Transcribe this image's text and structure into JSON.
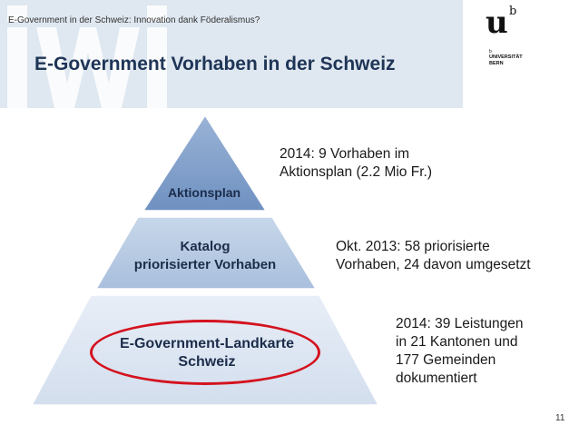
{
  "header": {
    "subtitle": "E-Government in der Schweiz: Innovation dank Föderalismus?",
    "title": "E-Government Vorhaben in der Schweiz",
    "band_color": "#dfe7f0",
    "logo_watermark": "iwi"
  },
  "university_logo": {
    "mark": "u",
    "mark_superscript": "b",
    "name_superscript": "b",
    "name": "UNIVERSITÄT\nBERN"
  },
  "pyramid": {
    "tiers": [
      {
        "label": "Aktionsplan",
        "color": "#7f9fc9"
      },
      {
        "label": "Katalog\npriorisierter Vorhaben",
        "color": "#b5c8e2"
      },
      {
        "label": "E-Government-Landkarte\nSchweiz",
        "color": "#dde6f2",
        "highlighted": true
      }
    ],
    "highlight_color": "#d4121e"
  },
  "annotations": [
    {
      "text": "2014: 9 Vorhaben im\nAktionsplan (2.2 Mio Fr.)"
    },
    {
      "text": "Okt. 2013: 58 priorisierte\nVorhaben, 24 davon umgesetzt"
    },
    {
      "text": "2014: 39 Leistungen\nin 21 Kantonen und\n177 Gemeinden\ndokumentiert"
    }
  ],
  "page_number": "11"
}
